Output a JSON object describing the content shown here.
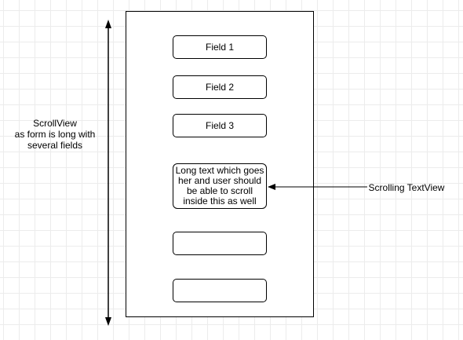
{
  "diagram": {
    "fields": [
      {
        "label": "Field 1"
      },
      {
        "label": "Field 2"
      },
      {
        "label": "Field 3"
      },
      {
        "label": ""
      },
      {
        "label": ""
      }
    ],
    "textview": {
      "text": "Long text which goes her and user should be able to scroll inside this as well"
    },
    "scrollview_label": {
      "line1": "ScrollView",
      "line2": "as form is long with",
      "line3": "several fields"
    },
    "textview_label": "Scrolling TextView",
    "colors": {
      "stroke": "#000000",
      "grid": "#ececec",
      "background": "#ffffff"
    }
  }
}
